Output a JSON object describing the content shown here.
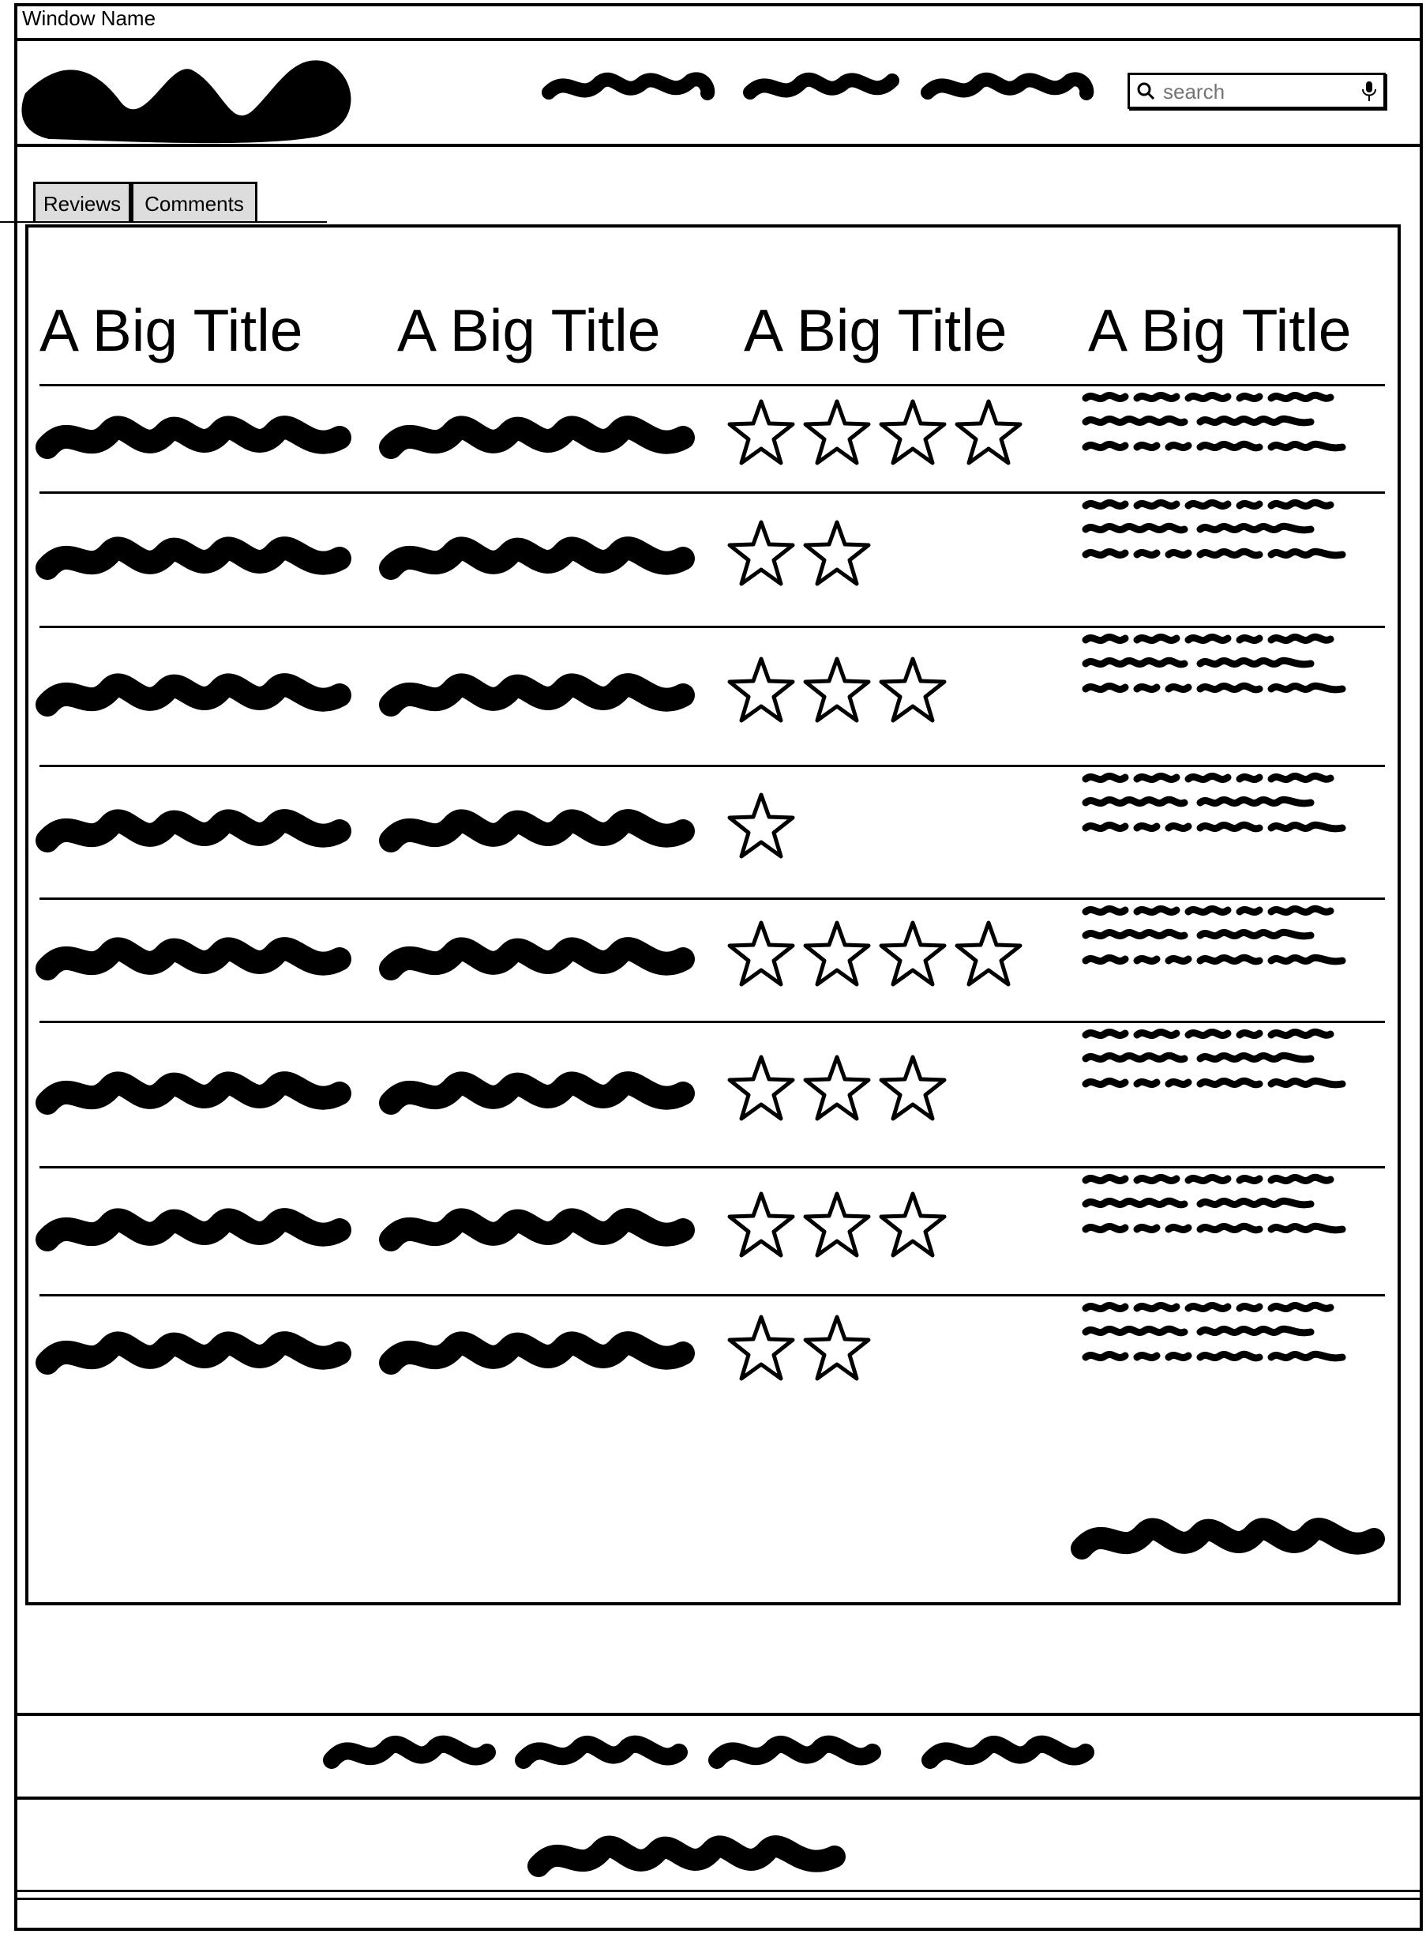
{
  "window": {
    "title": "Window Name"
  },
  "header": {
    "search": {
      "placeholder": "search",
      "value": ""
    },
    "icons": {
      "search": "search-icon",
      "mic": "microphone-icon"
    }
  },
  "tabs": [
    {
      "label": "Reviews",
      "selected": true
    },
    {
      "label": "Comments",
      "selected": false
    }
  ],
  "table": {
    "headers": [
      "A Big Title",
      "A Big Title",
      "A Big Title",
      "A Big Title"
    ],
    "rows": [
      {
        "rating": 4,
        "max_rating": 4
      },
      {
        "rating": 2,
        "max_rating": 4
      },
      {
        "rating": 3,
        "max_rating": 4
      },
      {
        "rating": 1,
        "max_rating": 4
      },
      {
        "rating": 4,
        "max_rating": 4
      },
      {
        "rating": 3,
        "max_rating": 4
      },
      {
        "rating": 3,
        "max_rating": 4
      },
      {
        "rating": 2,
        "max_rating": 4
      }
    ]
  }
}
